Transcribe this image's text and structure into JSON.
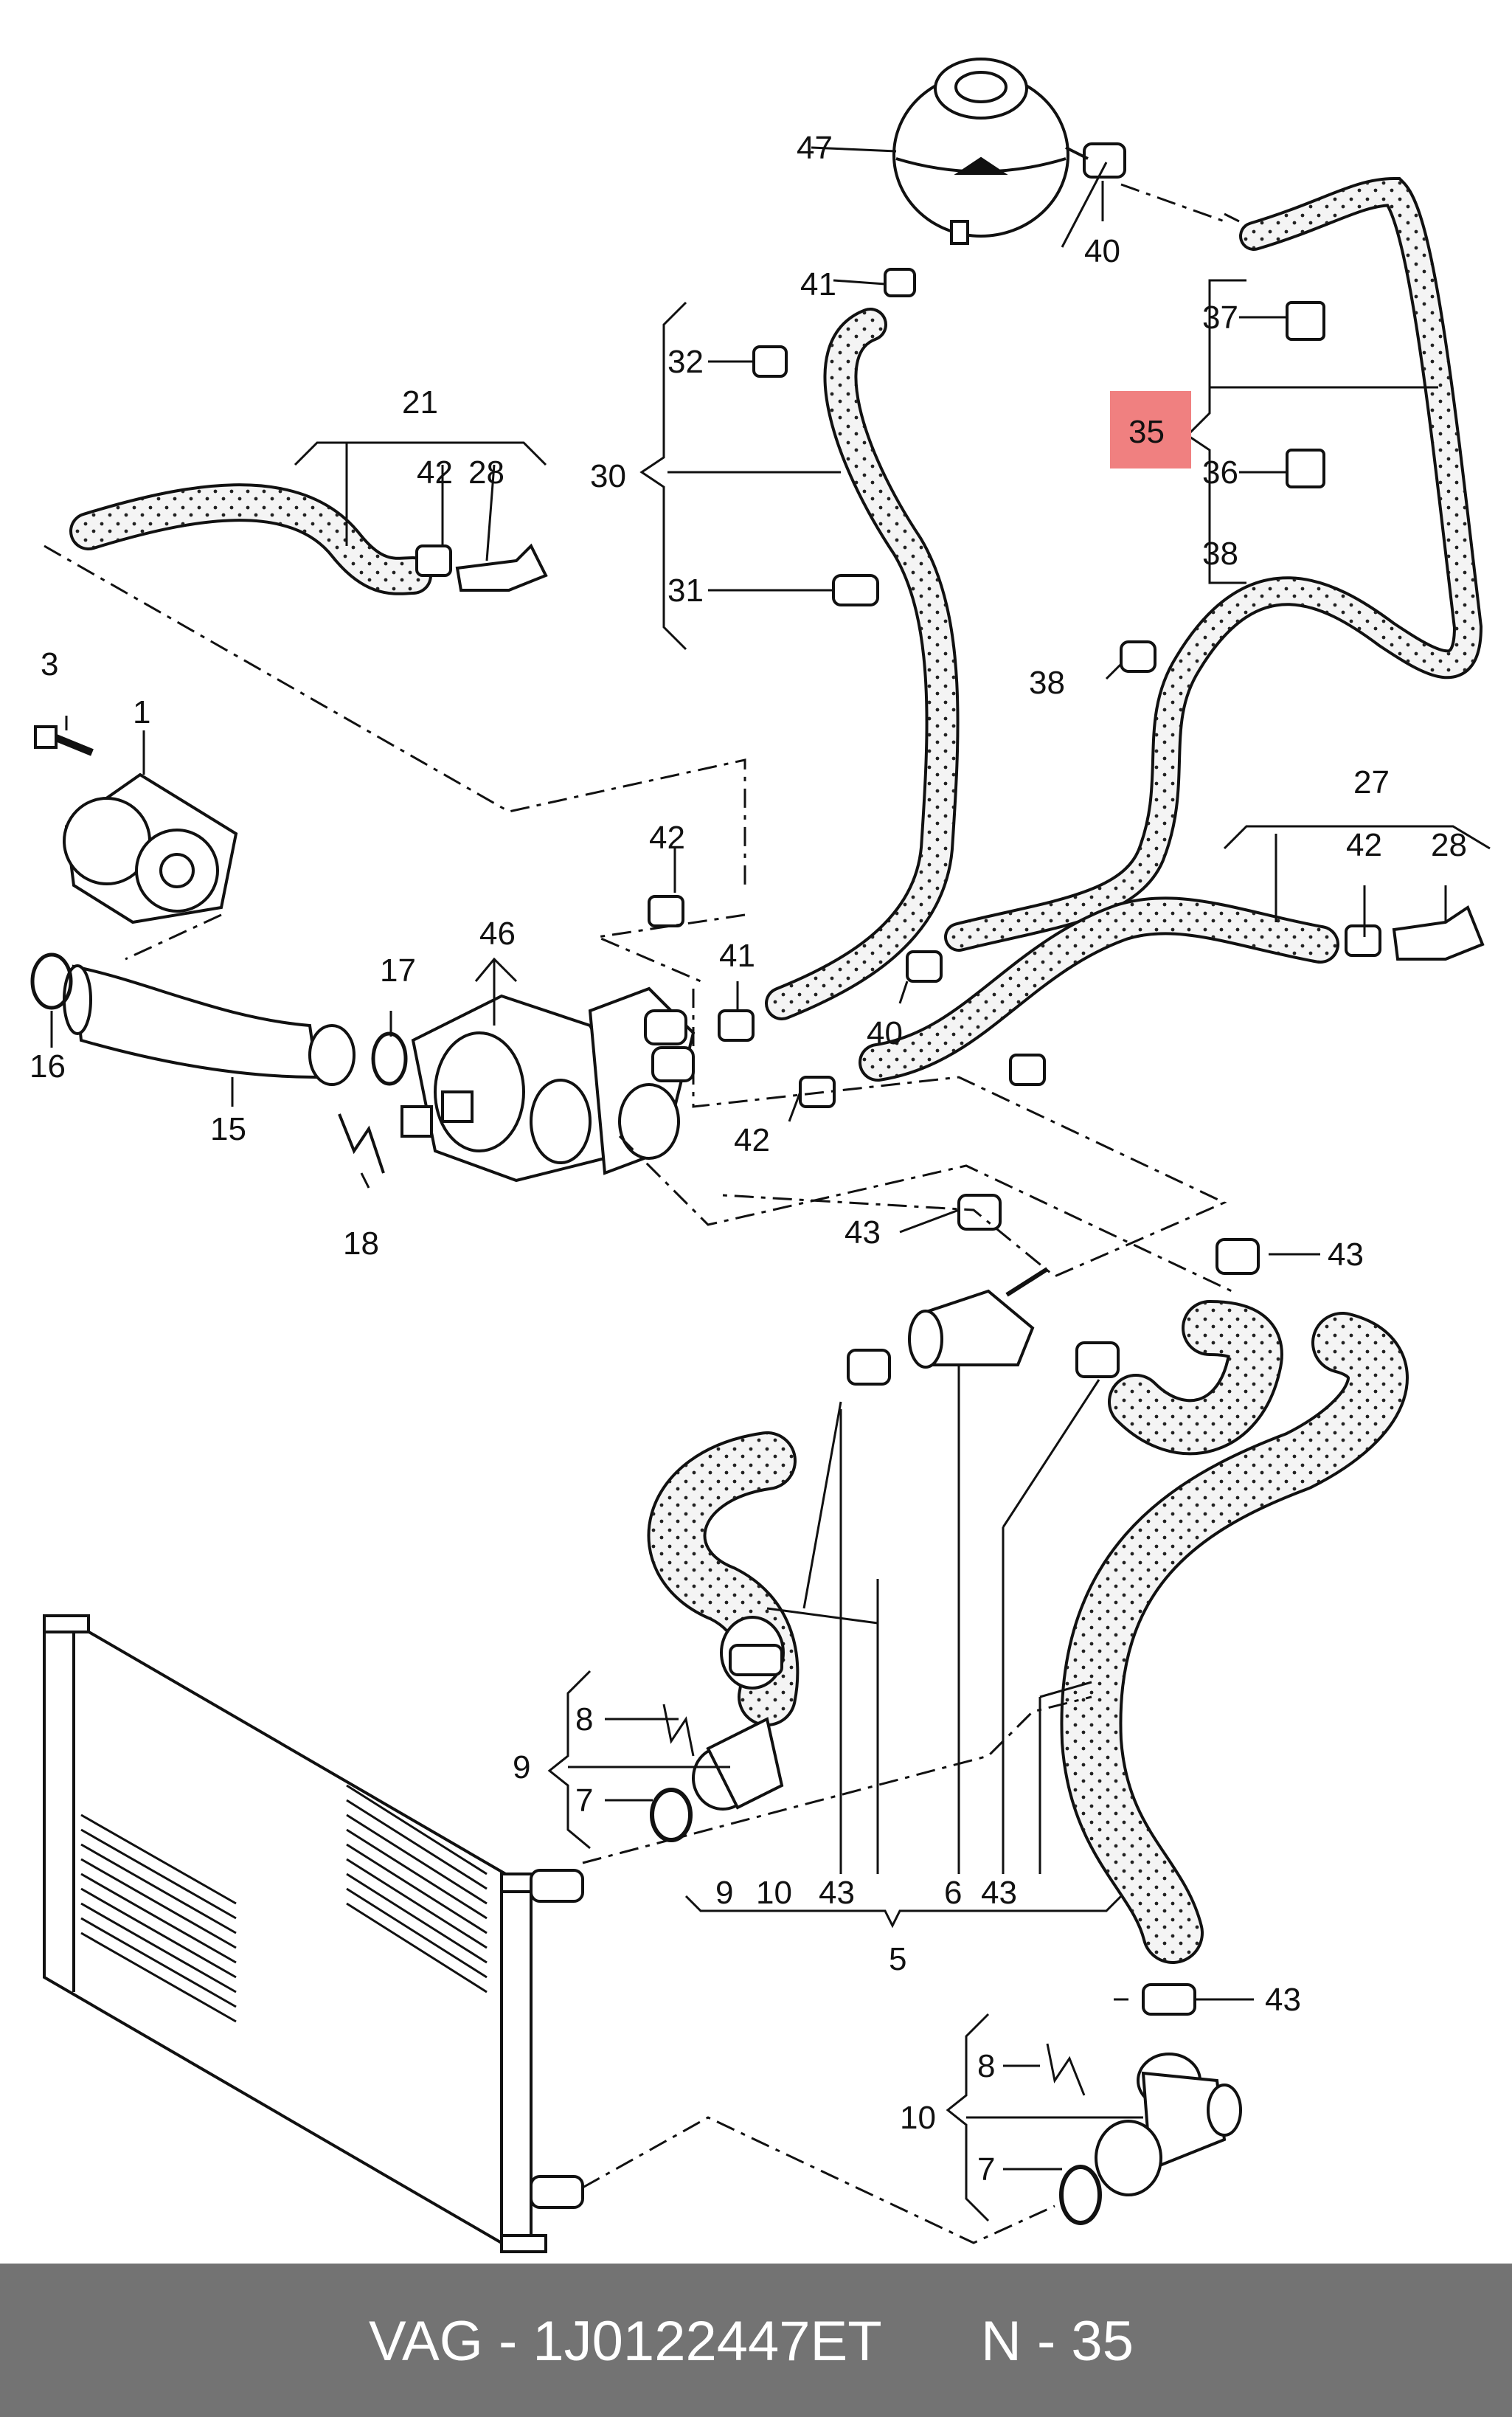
{
  "diagram": {
    "callouts": [
      "47",
      "40",
      "41",
      "32",
      "37",
      "35",
      "36",
      "38",
      "30",
      "31",
      "21",
      "42",
      "28",
      "3",
      "1",
      "38",
      "27",
      "42",
      "28",
      "42",
      "41",
      "46",
      "17",
      "16",
      "15",
      "40",
      "42",
      "18",
      "43",
      "43",
      "8",
      "9",
      "7",
      "9",
      "10",
      "43",
      "6",
      "43",
      "5",
      "43",
      "8",
      "10",
      "7"
    ],
    "highlight": {
      "label": "35",
      "color": "#f08080"
    }
  },
  "footer": {
    "part_number": "VAG - 1J0122447ET",
    "reference": "N - 35",
    "background": "#737373"
  },
  "colors": {
    "line": "#111111",
    "hose_fill": "#f4f4f4"
  }
}
